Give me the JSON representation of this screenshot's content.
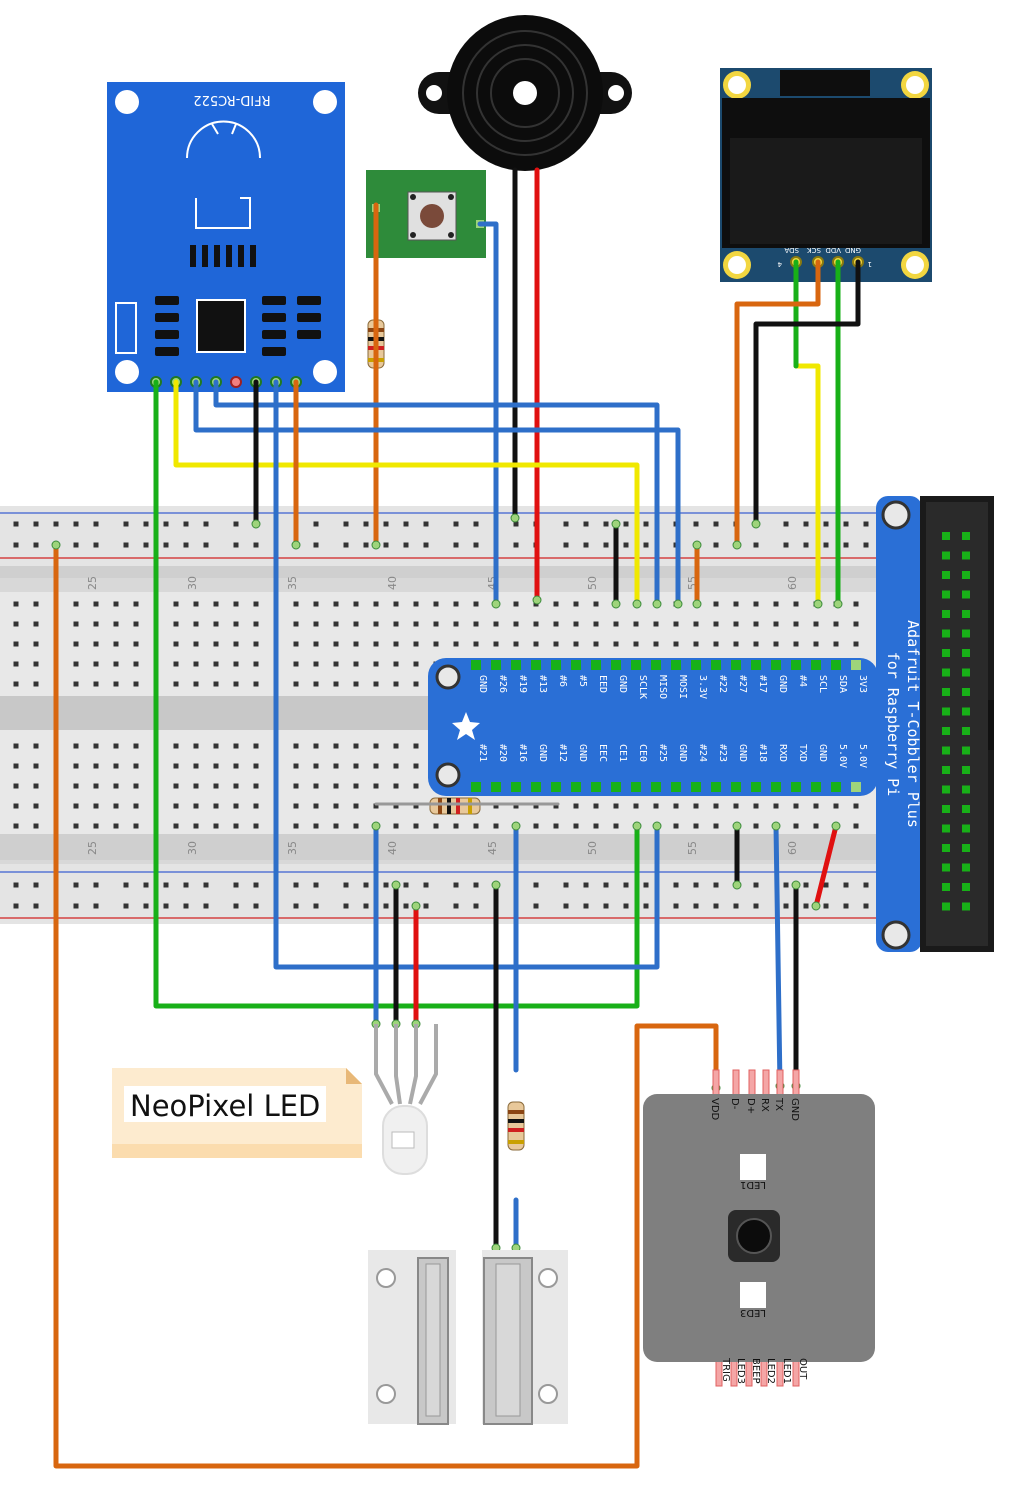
{
  "breadboard": {
    "column_numbers": [
      "25",
      "30",
      "35",
      "40",
      "45",
      "50",
      "55",
      "60"
    ]
  },
  "rfid": {
    "label": "RFID-RC522"
  },
  "cobbler": {
    "title_line1": "Adafruit T-Cobbler Plus",
    "title_line2": "for Raspberry Pi",
    "top_pins": [
      "GND",
      "#26",
      "#19",
      "#13",
      "#6",
      "#5",
      "EED",
      "GND",
      "SCLK",
      "MISO",
      "MOSI",
      "3.3V",
      "#22",
      "#27",
      "#17",
      "GND",
      "#4",
      "SCL",
      "SDA",
      "3V3"
    ],
    "bottom_pins": [
      "#21",
      "#20",
      "#16",
      "GND",
      "#12",
      "GND",
      "EEC",
      "CE1",
      "CE0",
      "#25",
      "GND",
      "#24",
      "#23",
      "GND",
      "#18",
      "RXD",
      "TXD",
      "GND",
      "5.0V",
      "5.0V"
    ]
  },
  "oled": {
    "pins": [
      "SDA",
      "SCK",
      "VDD",
      "GND"
    ],
    "pin_num_left": "4",
    "pin_num_right": "1"
  },
  "neopixel_note": {
    "text": "NeoPixel LED"
  },
  "reader": {
    "top_pins": [
      "VDD",
      "D-",
      "D+",
      "RX",
      "TX",
      "GND"
    ],
    "bottom_pins": [
      "TRIG",
      "LED3",
      "BEEP",
      "LED2",
      "LED1",
      "OUT"
    ],
    "led1": "LED1",
    "led3": "LED3"
  },
  "colors": {
    "wire_blue": "#2e6fc9",
    "wire_green": "#18b018",
    "wire_yellow": "#f0e800",
    "wire_orange": "#d8660f",
    "wire_red": "#e01010",
    "wire_black": "#111111",
    "cobbler_blue": "#2a6fd6",
    "rfid_blue": "#1f66d8",
    "pcb_green": "#2e8b3a",
    "reader_gray": "#7f7f7f"
  }
}
